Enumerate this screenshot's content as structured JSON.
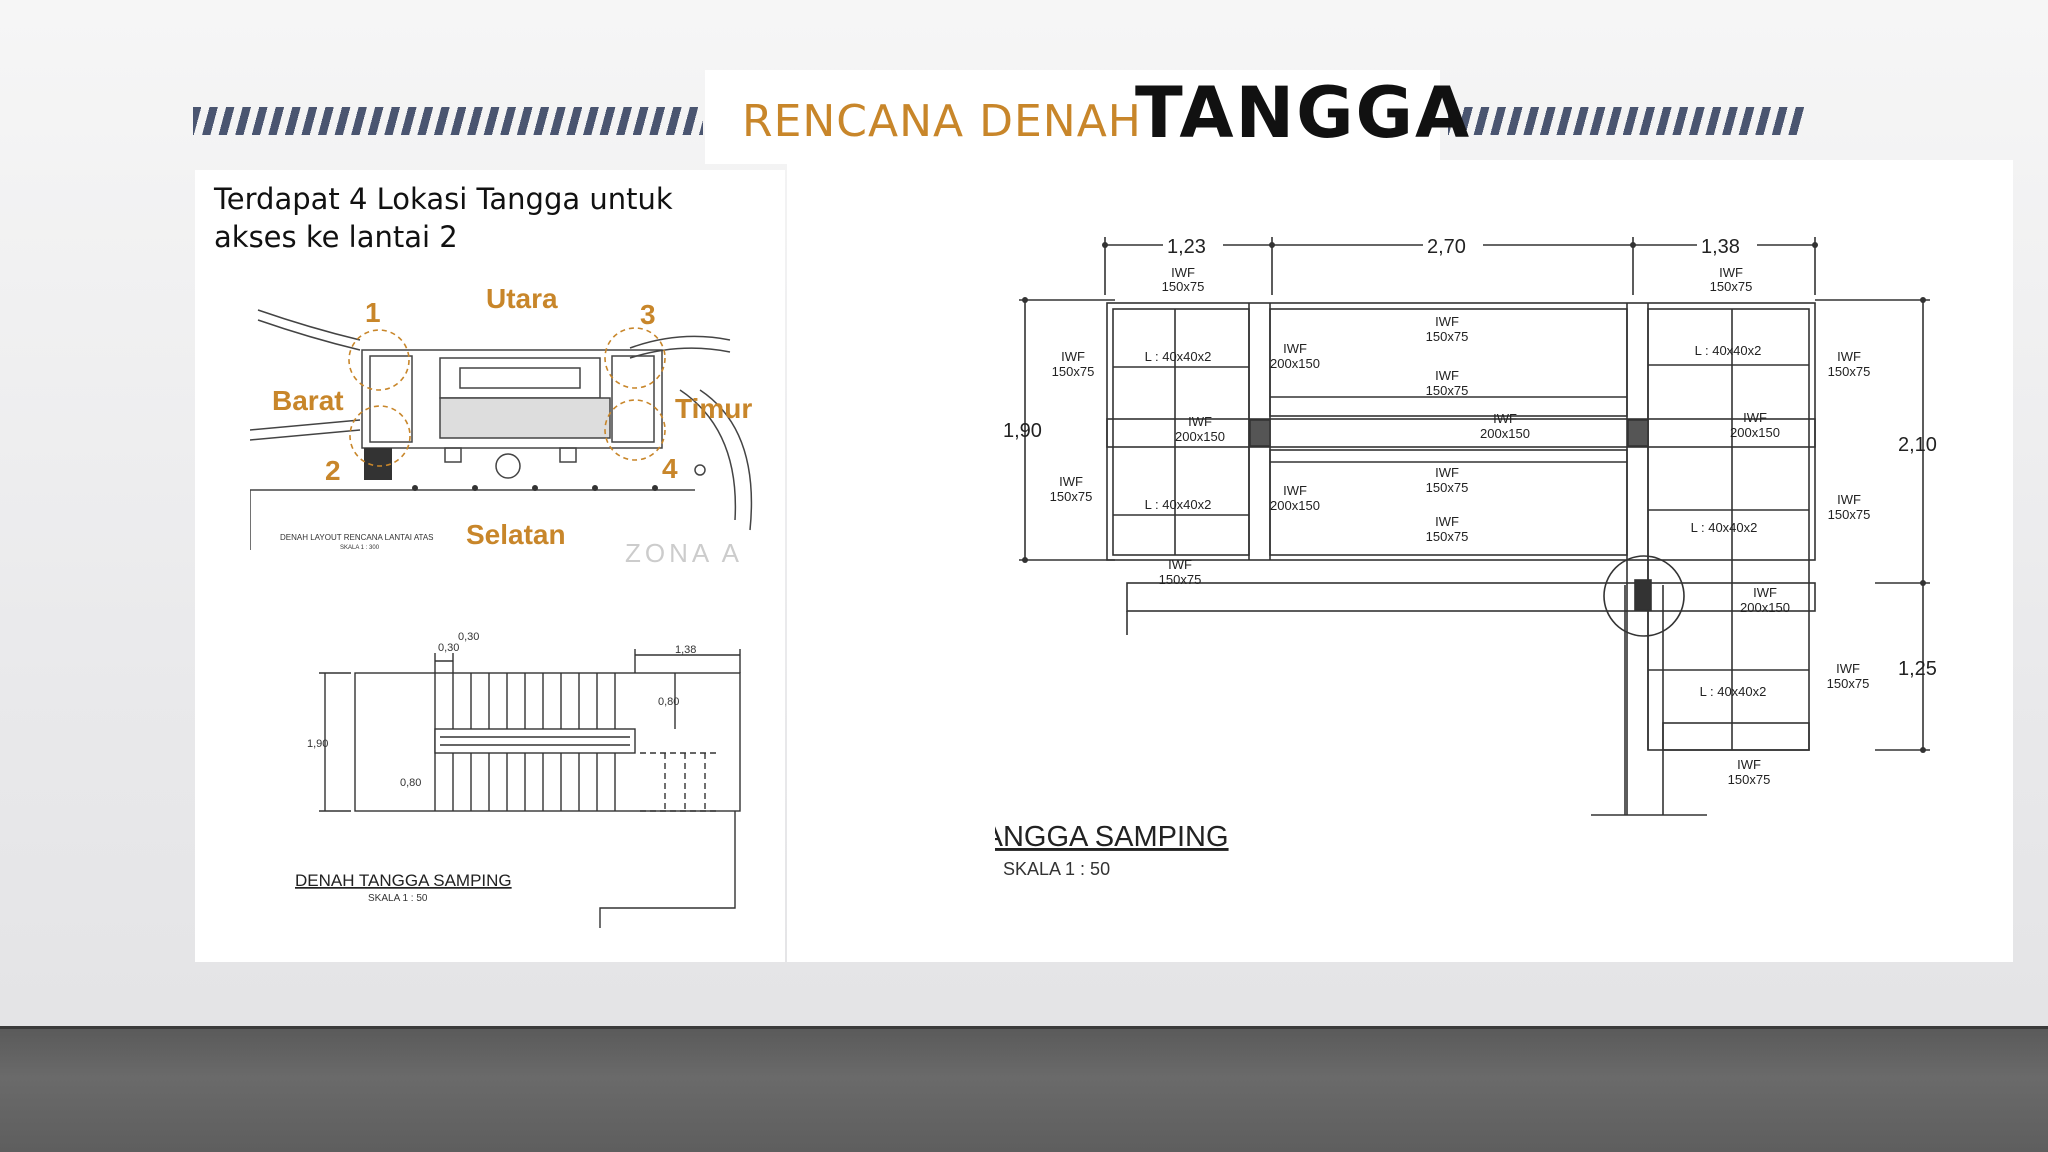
{
  "header": {
    "title_light": "RENCANA DENAH",
    "title_bold": "TANGGA"
  },
  "intro": {
    "line1": "Terdapat 4 Lokasi Tangga untuk",
    "line2": "akses ke lantai 2"
  },
  "site_plan": {
    "north": "Utara",
    "west": "Barat",
    "east": "Timur",
    "south": "Selatan",
    "markers": [
      "1",
      "2",
      "3",
      "4"
    ],
    "zone": "ZONA A",
    "caption": "DENAH LAYOUT RENCANA LANTAI ATAS",
    "scale": "SKALA 1 : 300"
  },
  "small_plan": {
    "dims": {
      "d030a": "0,30",
      "d030b": "0,30",
      "d138": "1,38",
      "d080a": "0,80",
      "d190": "1,90",
      "d080b": "0,80"
    },
    "caption": "DENAH TANGGA SAMPING",
    "scale": "SKALA 1 : 50"
  },
  "detail": {
    "dims": {
      "top_a": "1,23",
      "top_b": "2,70",
      "top_c": "1,38",
      "left": "1,90",
      "right_a": "2,10",
      "right_b": "1,25"
    },
    "labels": {
      "iwf": "IWF",
      "s150": "150x75",
      "s200": "200x150",
      "angle": "L : 40x40x2"
    },
    "caption": "DENAH TANGGA SAMPING",
    "scale": "SKALA 1 : 50"
  },
  "colors": {
    "accent": "#c8862a",
    "stripe": "#4a5570",
    "drawing": "#333333"
  }
}
